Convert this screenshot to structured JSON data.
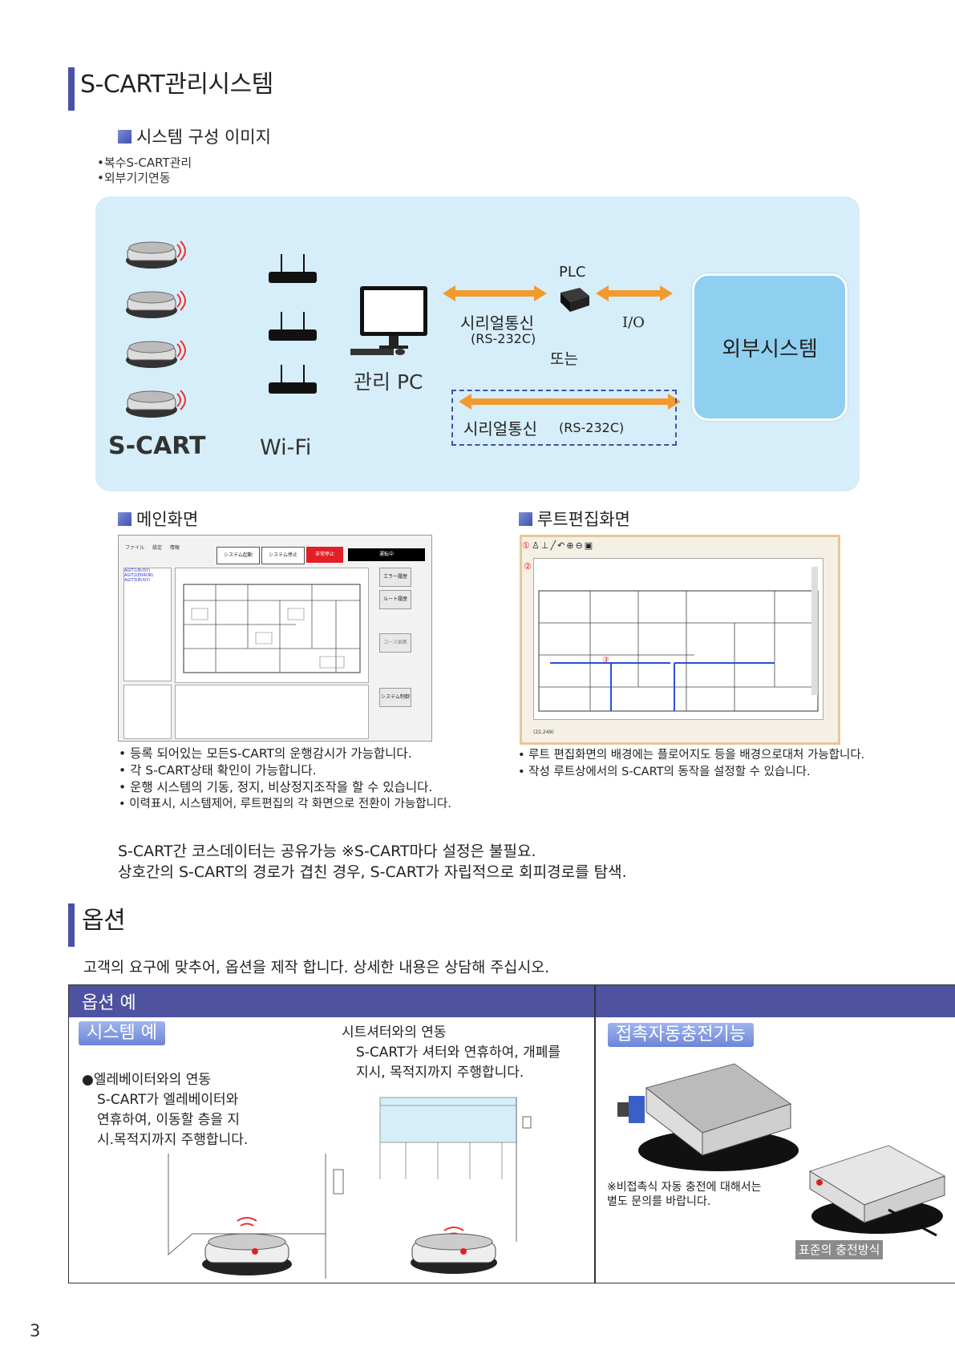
{
  "section1": {
    "title": "S-CART관리시스템",
    "subhead": "시스템 구성 이미지",
    "bullets": [
      "•복수S-CART관리",
      "•외부기기연동"
    ]
  },
  "diagram": {
    "scart_label": "S-CART",
    "wifi_label": "Wi-Fi",
    "pc_label": "관리 PC",
    "plc_label": "PLC",
    "serial1": "시리얼통신",
    "serial1_sub": "(RS-232C)",
    "io_label": "I/O",
    "or_label": "또는",
    "serial2": "시리얼통신",
    "serial2_sub": "(RS-232C)",
    "external": "외부시스템"
  },
  "main_screen": {
    "heading": "메인화면",
    "buttons": [
      "システム起動",
      "システム停止",
      "非常停止",
      "運転中"
    ],
    "side_buttons": [
      "エラー履歴",
      "ルート履歴",
      "コース編集",
      "システム制御"
    ],
    "menu": [
      "ファイル",
      "設定",
      "情報"
    ],
    "list_items": [
      "AGIT1(BUSY)",
      "AGIT2(ERROR)",
      "AGIT3(BUSY)"
    ],
    "bullets": [
      "등록 되어있는 모든S-CART의 운행감시가 가능합니다.",
      "각 S-CART상태 확인이 가능합니다.",
      "운행 시스템의 기동, 정지, 비상정지조작을 할 수 있습니다.",
      "이력표시, 시스템제어, 루트편집의 각 화면으로 전환이 가능합니다."
    ]
  },
  "route_screen": {
    "heading": "루트편집화면",
    "marker1": "①",
    "marker2": "②",
    "marker3": "③",
    "coord": "(22,249)",
    "bullets": [
      "루트 편집화면의 배경에는 플로어지도 등을 배경으로대처 가능합니다.",
      "작성 루트상에서의 S-CART의 동작을 설정할 수 있습니다."
    ]
  },
  "notes": [
    "S-CART간 코스데이터는 공유가능 ※S-CART마다 설정은 불필요.",
    "상호간의 S-CART의 경로가 겹친 경우, S-CART가 자립적으로 회피경로를 탐색."
  ],
  "section2": {
    "title": "옵션",
    "intro": "고객의 요구에 맞추어, 옵션을 제작 합니다. 상세한 내용은 상담해 주십시오."
  },
  "options": {
    "header_left": "옵션 예",
    "tag_system": "시스템 예",
    "elevator_title": "●엘레베이터와의 연동",
    "elevator_lines": [
      "S-CART가 엘레베이터와",
      "연휴하여, 이동할 층을 지",
      "시.목적지까지 주행합니다."
    ],
    "shutter_title": "시트셔터와의 연동",
    "shutter_lines": [
      "S-CART가 셔터와 연휴하여, 개폐를",
      "지시, 목적지까지 주행합니다."
    ],
    "tag_charge": "접촉자동충전기능",
    "charge_note": [
      "※비접촉식 자동 충전에 대해서는",
      "별도 문의를 바랍니다."
    ],
    "standard_label": "표준의 충전방식"
  },
  "page_number": "3",
  "colors": {
    "accent": "#4a51a6",
    "diagram_bg": "#d6eef9",
    "arrow": "#f39a2f",
    "external_box": "#8fd0f1"
  }
}
